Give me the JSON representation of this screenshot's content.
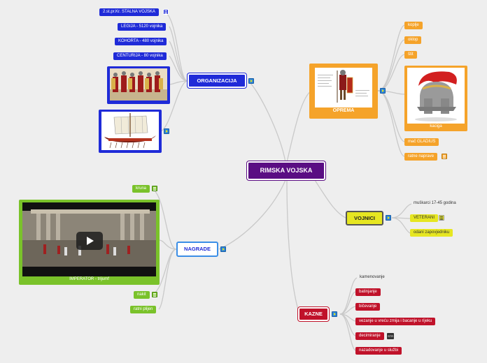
{
  "root": {
    "label": "RIMSKA VOJSKA"
  },
  "organizacija": {
    "label": "ORGANIZACIJA",
    "items": [
      "2.st.pr.Kr. STALNA VOJSKA",
      "LEGIJA - 5120 vojnika",
      "KOHORTA - 480 vojnika",
      "CENTURIJA - 80 vojnika"
    ]
  },
  "oprema": {
    "label": "OPREMA",
    "items": [
      "koplje",
      "oklop",
      "štit"
    ],
    "kaciga_caption": "kaciga",
    "items_bottom": [
      "mač GLADIUS",
      "ratne naprave"
    ]
  },
  "nagrade": {
    "label": "NAGRADE",
    "items_top": [
      "kruna"
    ],
    "video_caption": "IMPERATOR - trijumf",
    "items_bottom": [
      "nakit",
      "ratni plijen"
    ]
  },
  "vojnici": {
    "label": "VOJNICI",
    "items": [
      "muškarci 17-45 godina",
      "VETERANI",
      "odani zapovjedniku"
    ]
  },
  "kazne": {
    "label": "KAZNE",
    "items": [
      "kamenovanje",
      "batinjanje",
      "bičevanje",
      "vezanje u vreću zmija i bacanje u rijeku",
      "decimiranje",
      "nazadovanje u službi"
    ],
    "decimiranje_icon": "STR"
  },
  "icons": {
    "expand": "expand-arrow-icon",
    "note": "note-icon",
    "play": "play-icon"
  },
  "colors": {
    "root": "#5a0d83",
    "blue": "#1f2bd8",
    "green": "#7ac22a",
    "yellow": "#e6e621",
    "red": "#c0122a",
    "orange": "#f5a32a"
  }
}
